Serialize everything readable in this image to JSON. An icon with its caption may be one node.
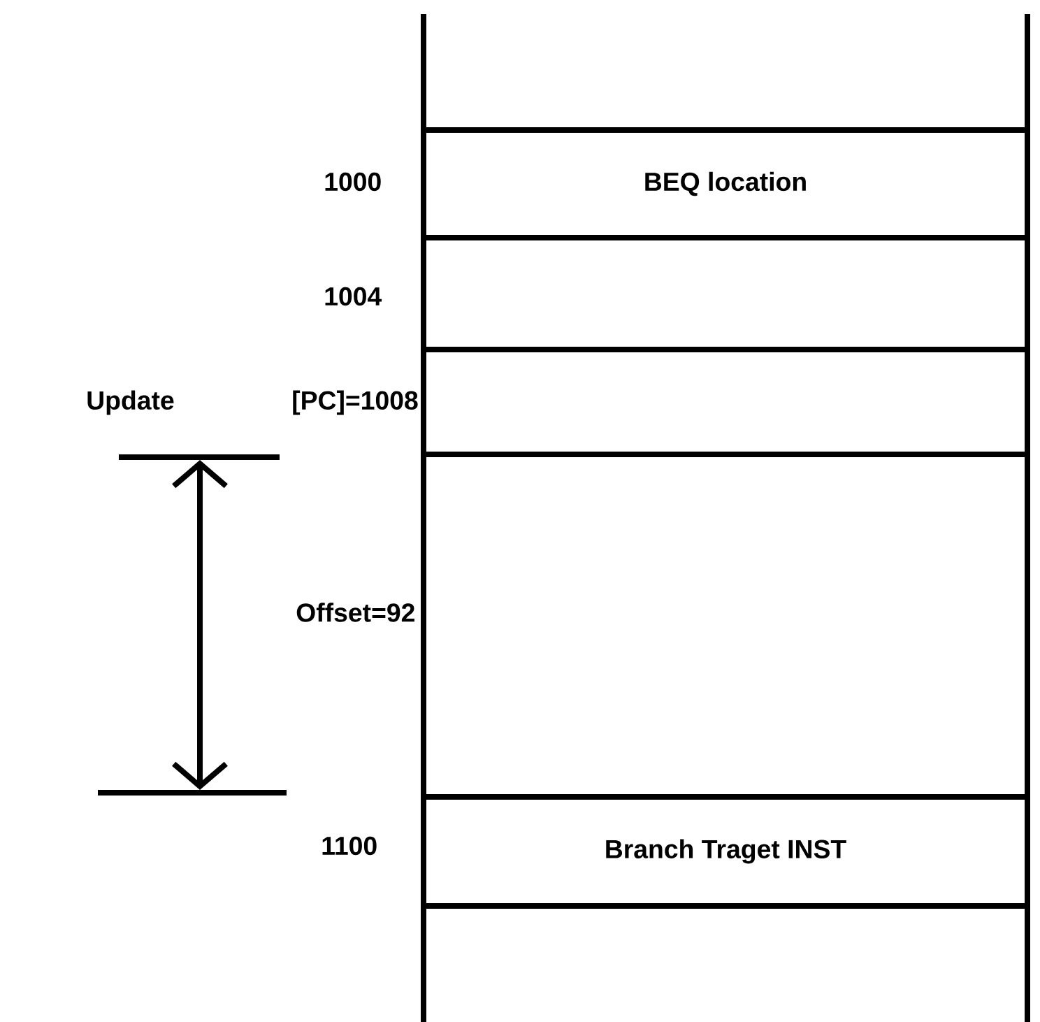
{
  "diagram": {
    "nodes": [
      {
        "text": [
          "BEQ location"
        ]
      },
      {
        "text": [],
        "shape": "box"
      },
      {
        "text": [],
        "shape": "box"
      },
      {
        "text": [],
        "shape": "box"
      },
      {
        "text": [
          "Branch Traget INST"
        ]
      }
    ],
    "labels": [
      "1000",
      "1004",
      "Update",
      "[PC]=1008",
      "Offset=92",
      "1100"
    ]
  }
}
